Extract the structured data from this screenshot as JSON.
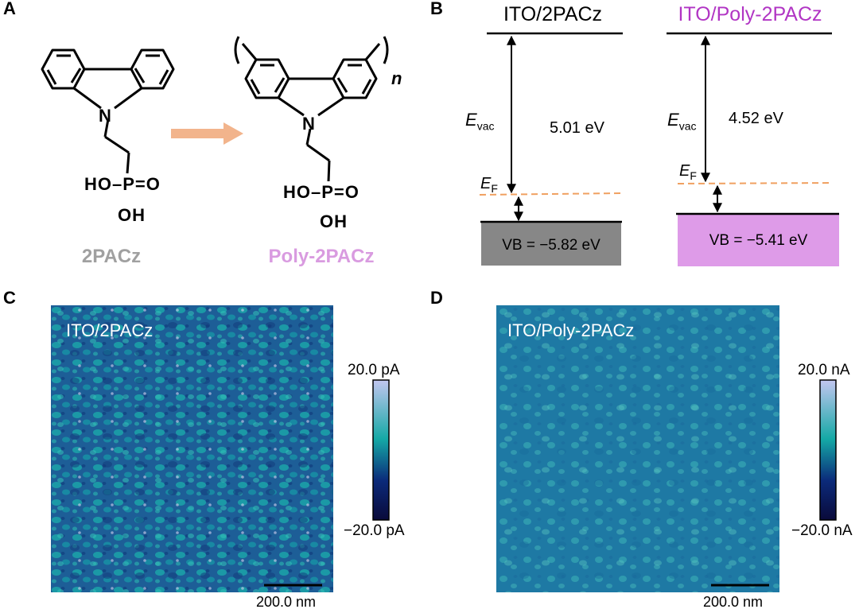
{
  "panels": {
    "A": {
      "letter": "A",
      "left_name": "2PACz",
      "right_name": "Poly-2PACz",
      "left_name_color": "#a0a0a0",
      "right_name_color": "#d99be0",
      "arrow_color": "#f2b48c",
      "left_molecule": {
        "hetero": "N",
        "acid_top": "HO–P=O",
        "acid_oh": "OH"
      },
      "right_molecule": {
        "hetero": "N",
        "acid_top": "HO–P=O",
        "acid_oh": "OH",
        "repeat": "n"
      }
    },
    "B": {
      "letter": "B",
      "left": {
        "title": "ITO/2PACz",
        "title_color": "#000000",
        "evac_main": "E",
        "evac_sub": "vac",
        "value": "5.01 eV",
        "ef_main": "E",
        "ef_sub": "F",
        "vb": "VB = −5.82 eV",
        "vb_color": "#878787"
      },
      "right": {
        "title": "ITO/Poly-2PACz",
        "title_color": "#b135c4",
        "evac_main": "E",
        "evac_sub": "vac",
        "value": "4.52 eV",
        "ef_main": "E",
        "ef_sub": "F",
        "vb": "VB = −5.41 eV",
        "vb_color": "#de9be8"
      },
      "fermi_color": "#f0a060"
    },
    "C": {
      "letter": "C",
      "title": "ITO/2PACz",
      "cbar_max": "20.0 pA",
      "cbar_min": "−20.0 pA",
      "scale": "200.0 nm"
    },
    "D": {
      "letter": "D",
      "title": "ITO/Poly-2PACz",
      "cbar_max": "20.0 nA",
      "cbar_min": "−20.0 nA",
      "scale": "200.0 nm"
    }
  },
  "colors": {
    "cmap_top": "#c2c6f0",
    "cmap_mid": "#15a9a6",
    "cmap_dark": "#0b2a7a",
    "cmap_bottom": "#0a0a3a",
    "afm_c_base": "#1d5e97",
    "afm_d_base": "#1e79a4"
  }
}
